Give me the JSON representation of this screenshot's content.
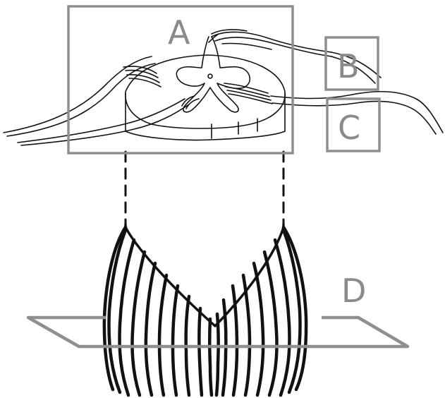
{
  "figure": {
    "labels": {
      "a": "A",
      "b": "B",
      "c": "C",
      "d": "D"
    },
    "colors": {
      "ink": "#111111",
      "label_gray": "#8a8a8a",
      "box_gray": "#8f8f8f",
      "background": "#ffffff"
    }
  }
}
